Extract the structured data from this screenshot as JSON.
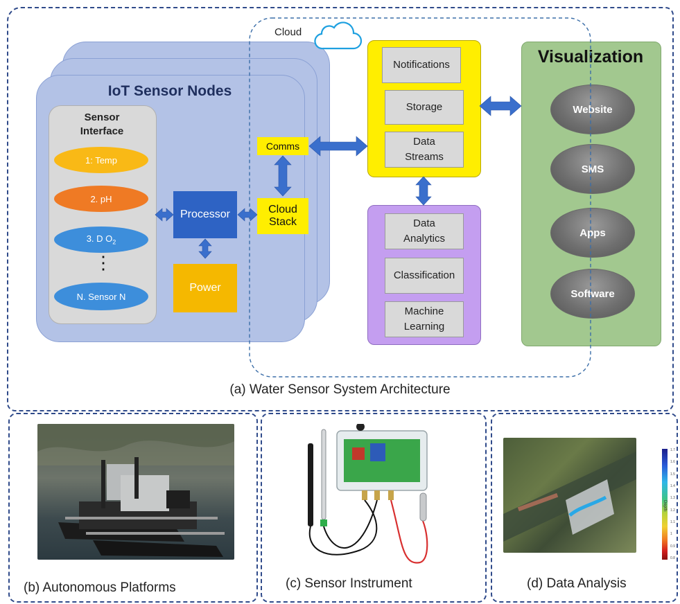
{
  "architecture": {
    "caption": "(a) Water Sensor System Architecture",
    "cloud_label": "Cloud",
    "iot_title": "IoT Sensor Nodes",
    "sensor_interface": {
      "title_line1": "Sensor",
      "title_line2": "Interface",
      "sensors": [
        "1: Temp",
        "2. pH",
        "3. D O",
        "N. Sensor N"
      ],
      "do_subscript": "2",
      "ellipsis": "⋮"
    },
    "processor": "Processor",
    "power": "Power",
    "comms": "Comms",
    "cloud_stack_line1": "Cloud",
    "cloud_stack_line2": "Stack",
    "cloud_services": {
      "notifications": "Notifications",
      "storage": "Storage",
      "data_streams_line1": "Data",
      "data_streams_line2": "Streams"
    },
    "analytics": {
      "data_analytics_line1": "Data",
      "data_analytics_line2": "Analytics",
      "classification": "Classification",
      "ml_line1": "Machine",
      "ml_line2": "Learning"
    },
    "visualization": {
      "title": "Visualization",
      "items": [
        "Website",
        "SMS",
        "Apps",
        "Software"
      ]
    },
    "colors": {
      "node_blue": "#b3c2e6",
      "processor_blue": "#2e63c4",
      "power_orange": "#f5b800",
      "cloud_yellow": "#ffee00",
      "analytics_purple": "#c49ef0",
      "visualization_green": "#a2c88f",
      "arrow_blue": "#3a6fcc"
    }
  },
  "panels": {
    "b_caption": "(b) Autonomous Platforms",
    "c_caption": "(c) Sensor Instrument",
    "d_caption": "(d) Data Analysis",
    "d_colorbar_label": "Depth",
    "d_colorbar_ticks": [
      "1.7",
      "1.6",
      "1.5",
      "1.4",
      "1.3",
      "1.2",
      "1.1",
      "1",
      "0.9",
      "0.8"
    ]
  }
}
